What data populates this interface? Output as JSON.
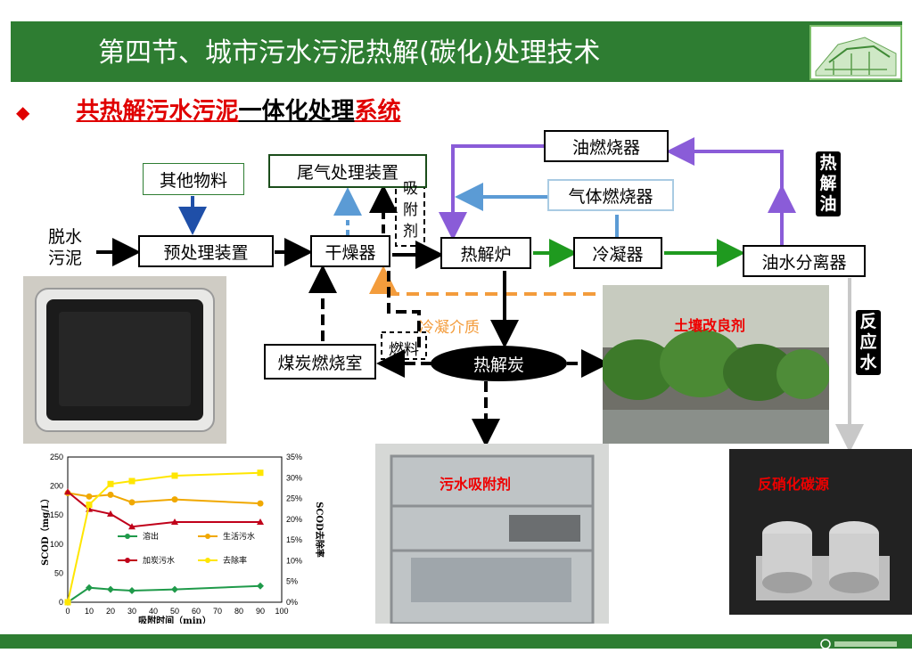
{
  "header": {
    "title": "第四节、城市污水污泥热解(碳化)处理技术"
  },
  "subtitle": {
    "bullet": "◆",
    "part1": "共热解污水污泥",
    "part2": "一体化处理",
    "part3": "系统"
  },
  "flow": {
    "input_label": "脱水\n污泥",
    "other_materials": "其他物料",
    "pretreatment": "预处理装置",
    "dryer": "干燥器",
    "tail_gas": "尾气处理装置",
    "adsorbent": "吸\n附\n剂",
    "pyrolysis_furnace": "热解炉",
    "condenser": "冷凝器",
    "oil_water_separator": "油水分离器",
    "oil_burner": "油燃烧器",
    "gas_burner": "气体燃烧器",
    "coal_chamber": "煤炭燃烧室",
    "fuel": "燃料",
    "pyrolysis_char": "热解炭",
    "condensing_medium": "冷凝介质",
    "pyrolysis_oil": "热\n解\n油",
    "reaction_water": "反\n应\n水"
  },
  "photos": {
    "soil": "土壤改良剂",
    "adsorbent": "污水吸附剂",
    "denitrification": "反硝化碳源"
  },
  "colors": {
    "header_green": "#2e7d32",
    "purple": "#8a5cd8",
    "blue": "#5b9bd5",
    "green": "#1f9a1f",
    "orange": "#f39c3c",
    "navy": "#1f4fa8",
    "red": "#e00000"
  },
  "chart_data": {
    "type": "line",
    "x": [
      0,
      10,
      20,
      30,
      50,
      90
    ],
    "xlabel": "吸附时间（min）",
    "ylabel": "SCOD（mg/L）",
    "y2label": "SCOD去除率",
    "xlim": [
      0,
      100
    ],
    "ylim": [
      0,
      250
    ],
    "y2lim": [
      0,
      35
    ],
    "xticks": [
      "0",
      "10",
      "20",
      "30",
      "40",
      "50",
      "60",
      "70",
      "80",
      "90",
      "100"
    ],
    "yticks": [
      "0",
      "50",
      "100",
      "150",
      "200",
      "250"
    ],
    "y2ticks": [
      "0%",
      "5%",
      "10%",
      "15%",
      "20%",
      "25%",
      "30%",
      "35%"
    ],
    "series": [
      {
        "name": "溶出",
        "axis": "left",
        "color": "#1f9a4a",
        "marker": "diamond",
        "values": [
          0,
          25,
          22,
          20,
          22,
          28
        ]
      },
      {
        "name": "生活污水",
        "axis": "left",
        "color": "#f0a800",
        "marker": "circle",
        "values": [
          188,
          182,
          185,
          172,
          177,
          170
        ]
      },
      {
        "name": "加炭污水",
        "axis": "left",
        "color": "#c0001a",
        "marker": "triangle",
        "values": [
          190,
          160,
          152,
          130,
          138,
          138
        ]
      },
      {
        "name": "去除率",
        "axis": "right",
        "color": "#ffe600",
        "marker": "square",
        "values": [
          0,
          23.5,
          28.5,
          29.2,
          30.5,
          31.2
        ]
      }
    ]
  }
}
